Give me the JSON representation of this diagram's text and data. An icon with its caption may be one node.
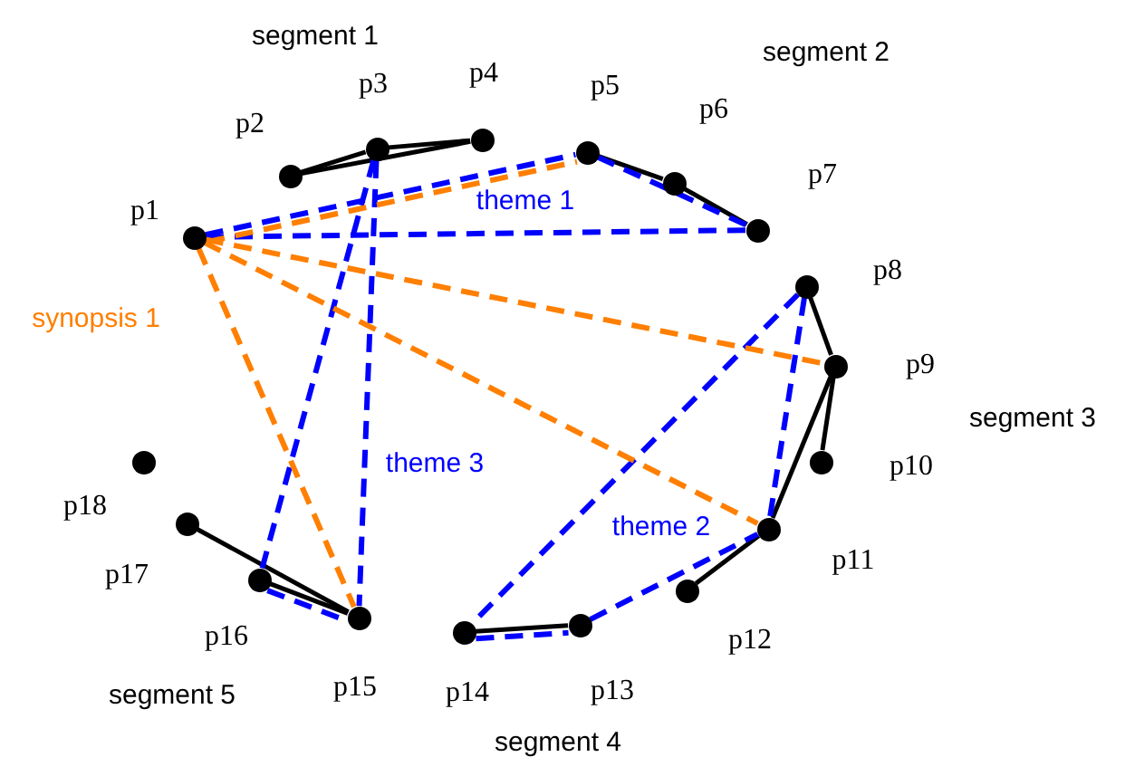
{
  "diagram": {
    "nodes": [
      {
        "text": [],
        "shape": "circle",
        "beside": [
          "p1"
        ]
      },
      {
        "text": [],
        "shape": "circle",
        "beside": [
          "p2"
        ]
      },
      {
        "text": [],
        "shape": "circle",
        "beside": [
          "p3"
        ]
      },
      {
        "text": [],
        "shape": "circle",
        "beside": [
          "p4"
        ]
      },
      {
        "text": [],
        "shape": "circle",
        "beside": [
          "p5"
        ]
      },
      {
        "text": [],
        "shape": "circle",
        "beside": [
          "p6"
        ]
      },
      {
        "text": [],
        "shape": "circle",
        "beside": [
          "p7"
        ]
      },
      {
        "text": [],
        "shape": "circle",
        "beside": [
          "p8"
        ]
      },
      {
        "text": [],
        "shape": "circle",
        "beside": [
          "p9"
        ]
      },
      {
        "text": [],
        "shape": "circle",
        "beside": [
          "p10"
        ]
      },
      {
        "text": [],
        "shape": "circle",
        "beside": [
          "p11"
        ]
      },
      {
        "text": [],
        "shape": "circle",
        "beside": [
          "p12"
        ]
      },
      {
        "text": [],
        "shape": "circle",
        "beside": [
          "p13"
        ]
      },
      {
        "text": [],
        "shape": "circle",
        "beside": [
          "p14"
        ]
      },
      {
        "text": [],
        "shape": "circle",
        "beside": [
          "p15"
        ]
      },
      {
        "text": [],
        "shape": "circle",
        "beside": [
          "p16"
        ]
      },
      {
        "text": [],
        "shape": "circle",
        "beside": [
          "p17"
        ]
      },
      {
        "text": [],
        "shape": "circle",
        "beside": [
          "p18"
        ]
      }
    ],
    "edges": [
      {
        "from": 1,
        "to": 2,
        "arrow": "none"
      },
      {
        "from": 1,
        "to": 3,
        "arrow": "none"
      },
      {
        "from": 2,
        "to": 3,
        "arrow": "none"
      },
      {
        "from": 4,
        "to": 5,
        "arrow": "none"
      },
      {
        "from": 5,
        "to": 6,
        "arrow": "none"
      },
      {
        "from": 7,
        "to": 8,
        "arrow": "none"
      },
      {
        "from": 8,
        "to": 9,
        "arrow": "none"
      },
      {
        "from": 8,
        "to": 10,
        "arrow": "none"
      },
      {
        "from": 10,
        "to": 11,
        "arrow": "none"
      },
      {
        "from": 13,
        "to": 12,
        "arrow": "none"
      },
      {
        "from": 16,
        "to": 14,
        "arrow": "none"
      },
      {
        "from": 15,
        "to": 14,
        "arrow": "none"
      },
      {
        "from": 0,
        "to": 4,
        "arrow": "none",
        "style": "dashed",
        "color": "#0000ff"
      },
      {
        "from": 4,
        "to": 6,
        "arrow": "none",
        "style": "dashed",
        "color": "#0000ff"
      },
      {
        "from": 0,
        "to": 6,
        "arrow": "none",
        "style": "dashed",
        "color": "#0000ff"
      },
      {
        "from": 2,
        "to": 14,
        "arrow": "none",
        "style": "dashed",
        "color": "#0000ff"
      },
      {
        "from": 2,
        "to": 15,
        "arrow": "none",
        "style": "dashed",
        "color": "#0000ff"
      },
      {
        "from": 15,
        "to": 14,
        "arrow": "none",
        "style": "dashed",
        "color": "#0000ff"
      },
      {
        "from": 7,
        "to": 10,
        "arrow": "none",
        "style": "dashed",
        "color": "#0000ff"
      },
      {
        "from": 7,
        "to": 13,
        "arrow": "none",
        "style": "dashed",
        "color": "#0000ff"
      },
      {
        "from": 13,
        "to": 12,
        "arrow": "none",
        "style": "dashed",
        "color": "#0000ff"
      },
      {
        "from": 12,
        "to": 10,
        "arrow": "none",
        "style": "dashed",
        "color": "#0000ff"
      },
      {
        "from": 0,
        "to": 4,
        "arrow": "none",
        "style": "dashed",
        "color": "#ff7f00"
      },
      {
        "from": 0,
        "to": 8,
        "arrow": "none",
        "style": "dashed",
        "color": "#ff7f00"
      },
      {
        "from": 0,
        "to": 10,
        "arrow": "none",
        "style": "dashed",
        "color": "#ff7f00"
      },
      {
        "from": 0,
        "to": 14,
        "arrow": "none",
        "style": "dashed",
        "color": "#ff7f00"
      }
    ],
    "labels": [
      "segment 1",
      "segment 2",
      "theme 1",
      "synopsis 1",
      "segment 3",
      "theme 3",
      "theme 2",
      "segment 5",
      "segment 4"
    ]
  }
}
